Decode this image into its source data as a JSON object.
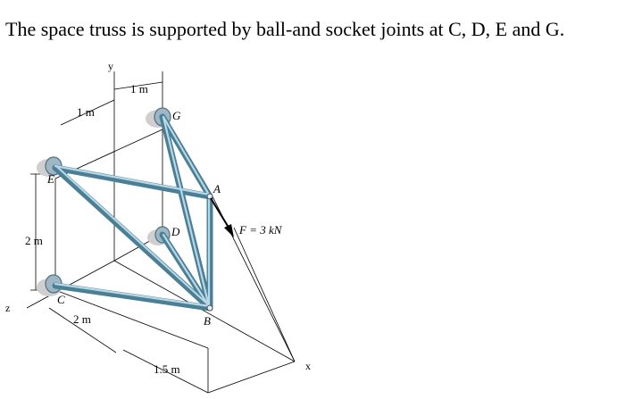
{
  "problem_statement": "The space truss is supported by ball-and socket joints at C, D, E and G.",
  "figure": {
    "axes": {
      "x": "x",
      "y": "y",
      "z": "z"
    },
    "joints": [
      "A",
      "B",
      "C",
      "D",
      "E",
      "G"
    ],
    "load": "F = 3 kN",
    "dimensions": {
      "top_left": "1 m",
      "top_right": "1 m",
      "height": "2 m",
      "bottom_left": "2 m",
      "bottom_right": "1.5 m"
    },
    "colors": {
      "member": "#4a7f96",
      "support": "#9fb7c4",
      "load_arrow": "#000000"
    }
  }
}
